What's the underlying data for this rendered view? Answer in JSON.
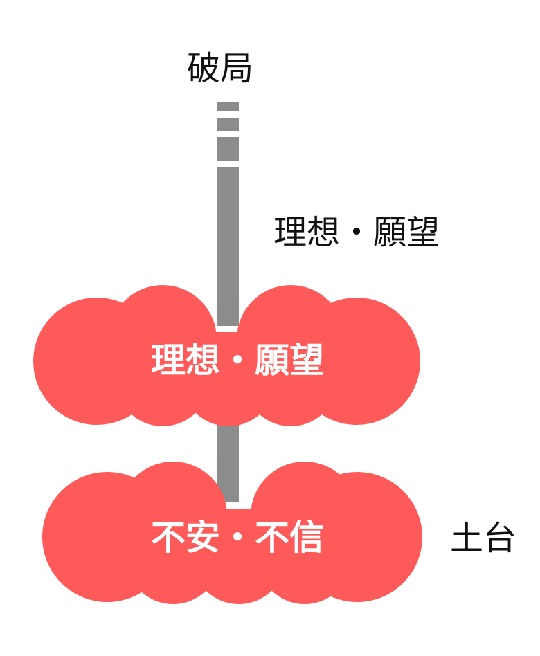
{
  "labels": {
    "top": "破局",
    "ideal_side": "理想・願望",
    "foundation_side": "土台"
  },
  "clouds": [
    {
      "text": "理想・願望"
    },
    {
      "text": "不安・不信"
    }
  ],
  "colors": {
    "cloud": "#FF5A5A",
    "bar": "#8C8C8C",
    "text": "#111111",
    "cloud_text": "#FFFFFF"
  }
}
